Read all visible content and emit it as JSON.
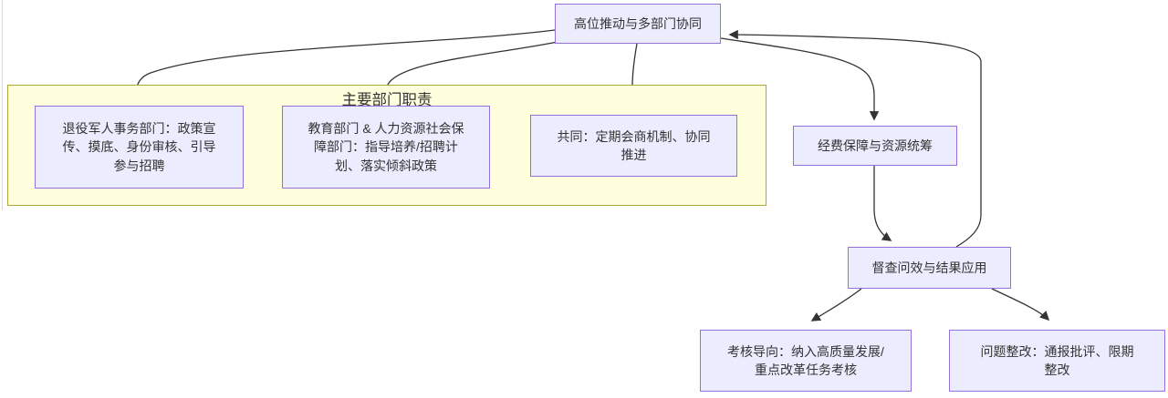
{
  "diagram": {
    "cluster": {
      "label": "主要部门职责"
    },
    "nodes": {
      "leadership": {
        "lines": [
          "高位推动与多部门协同"
        ]
      },
      "veterans": {
        "lines": [
          "退役军人事务部门：政策宣",
          "传、摸底、身份审核、引导",
          "参与招聘"
        ]
      },
      "education": {
        "lines": [
          "教育部门 & 人力资源社会保",
          "障部门：指导培养/招聘计",
          "划、落实倾斜政策"
        ]
      },
      "joint": {
        "lines": [
          "共同：定期会商机制、协同",
          "推进"
        ]
      },
      "funding": {
        "lines": [
          "经费保障与资源统筹"
        ]
      },
      "supervision": {
        "lines": [
          "督查问效与结果应用"
        ]
      },
      "assessment": {
        "lines": [
          "考核导向：纳入高质量发展/",
          "重点改革任务考核"
        ]
      },
      "rectification": {
        "lines": [
          "问题整改：通报批评、限期",
          "整改"
        ]
      }
    },
    "edges": [
      {
        "from": "leadership",
        "to": "veterans"
      },
      {
        "from": "leadership",
        "to": "education"
      },
      {
        "from": "leadership",
        "to": "joint"
      },
      {
        "from": "leadership",
        "to": "funding"
      },
      {
        "from": "funding",
        "to": "supervision"
      },
      {
        "from": "supervision",
        "to": "assessment"
      },
      {
        "from": "supervision",
        "to": "rectification"
      },
      {
        "from": "supervision",
        "to": "leadership"
      }
    ],
    "colors": {
      "node_fill": "#ECECFF",
      "node_border": "#9370DB",
      "cluster_fill": "#FFFFDE",
      "cluster_border": "#AAAA33",
      "edge": "#333333",
      "text": "#333333"
    }
  }
}
